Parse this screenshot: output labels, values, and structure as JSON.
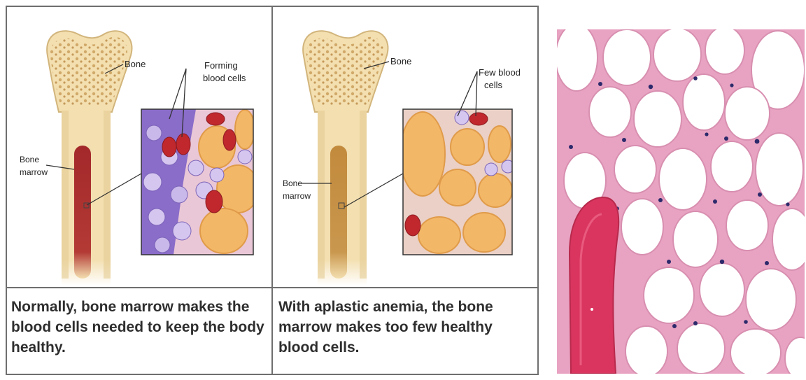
{
  "panels": {
    "normal": {
      "label_bone": "Bone",
      "label_forming_line1": "Forming",
      "label_forming_line2": "blood cells",
      "label_marrow_line1": "Bone",
      "label_marrow_line2": "marrow",
      "caption": "Normally, bone marrow makes the blood cells needed to keep the body healthy."
    },
    "aplastic": {
      "label_bone": "Bone",
      "label_few_line1": "Few blood",
      "label_few_line2": "cells",
      "label_marrow_line1": "Bone",
      "label_marrow_line2": "marrow",
      "caption": "With aplastic anemia, the bone marrow makes too few healthy blood cells."
    }
  },
  "colors": {
    "bone": "#f3dfb0",
    "bone_dark": "#d8b77a",
    "marrow_normal": "#a3282a",
    "marrow_aplastic": "#c28a3c",
    "red_cell": "#c0282e",
    "fat_cell": "#f3b867",
    "white_cell": "#c9b8ea",
    "purple_tissue": "#8a6cc9",
    "stroma": "#e7b8cf",
    "border": "#6f6f6f",
    "histology_pink": "#e8a3c2",
    "trabecula": "#d9355f"
  }
}
